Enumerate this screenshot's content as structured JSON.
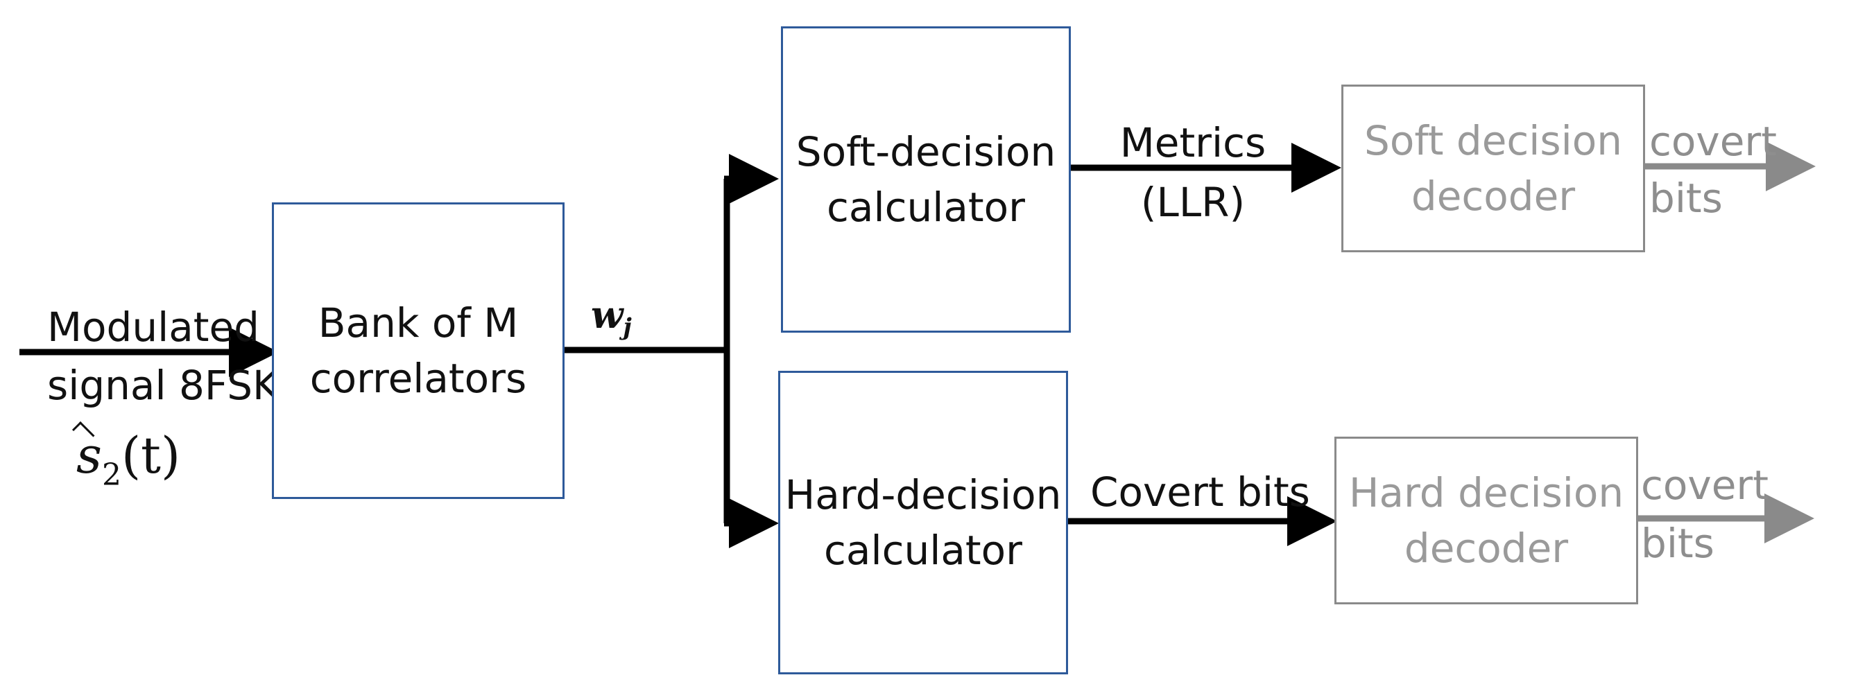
{
  "input": {
    "line1": "Modulated",
    "line2": "signal 8FSK",
    "math_base": "s",
    "math_sub": "2",
    "math_arg": "(t)"
  },
  "blocks": {
    "correlators": {
      "line1": "Bank of M",
      "line2": "correlators"
    },
    "soft_calc": {
      "line1": "Soft-decision",
      "line2": "calculator"
    },
    "hard_calc": {
      "line1": "Hard-decision",
      "line2": "calculator"
    },
    "soft_decoder": {
      "line1": "Soft decision",
      "line2": "decoder"
    },
    "hard_decoder": {
      "line1": "Hard decision",
      "line2": "decoder"
    }
  },
  "edges": {
    "wj": {
      "base": "w",
      "sub": "j"
    },
    "metrics": {
      "line1": "Metrics",
      "line2": "(LLR)"
    },
    "covert_bits_mid": "Covert bits",
    "soft_output": {
      "line1": "covert",
      "line2": "bits"
    },
    "hard_output": {
      "line1": "covert",
      "line2": "bits"
    }
  },
  "colors": {
    "block_border": "#2E5A9A",
    "decoder_border": "#8A8A8A",
    "decoder_text": "#9A9A9A",
    "arrow_main": "#000000",
    "arrow_output": "#8A8A8A"
  }
}
